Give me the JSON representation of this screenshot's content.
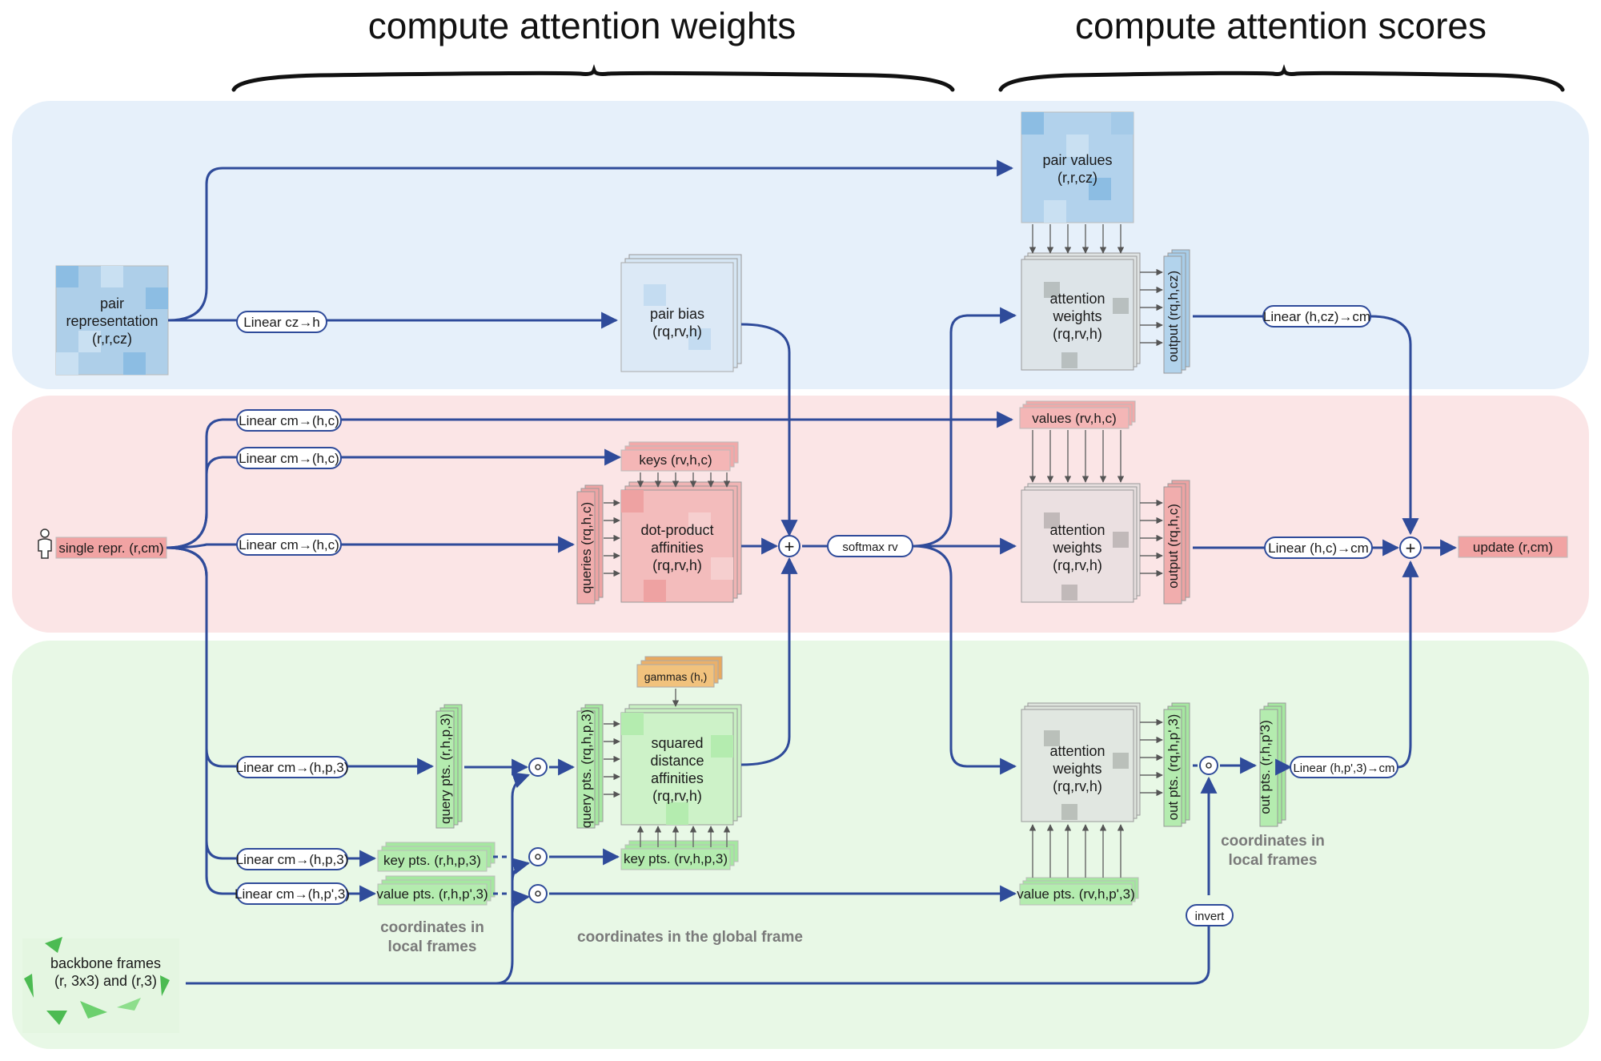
{
  "titles": {
    "weights": "compute attention weights",
    "scores": "compute attention scores"
  },
  "colors": {
    "band_blue": "#e6f0fa",
    "band_red": "#fbe5e6",
    "band_green": "#e8f8e6",
    "arrow": "#2f4b9a",
    "tile_blue": "#9cc4e4",
    "tile_red": "#ef9a9a",
    "tile_green": "#a5e8a0",
    "tile_grey": "#cfd6d6",
    "tile_orange": "#f1c27d"
  },
  "blocks": {
    "pair_repr": [
      "pair",
      "representation"
    ],
    "pair_repr_shape": "(r,r,cz)",
    "pair_bias": "pair bias",
    "pair_bias_shape": "(rq,rv,h)",
    "pair_values": "pair values",
    "pair_values_shape": "(r,r,cz)",
    "single_repr": "single repr. (r,cm)",
    "keys": "keys (rv,h,c)",
    "queries": "queries (rq,h,c)",
    "dot_product": [
      "dot-product",
      "affinities"
    ],
    "dot_product_shape": "(rq,rv,h)",
    "values": "values (rv,h,c)",
    "attn_weights": [
      "attention",
      "weights"
    ],
    "attn_weights_shape": "(rq,rv,h)",
    "output_pair": "output (rq,h,cz)",
    "output_single": "output (rq,h,c)",
    "gammas": "gammas (h,)",
    "query_pts": "query pts. (r,h,p,3)",
    "query_pts_global": "query pts. (rq,h,p,3)",
    "squared_distance": [
      "squared",
      "distance",
      "affinities"
    ],
    "squared_distance_shape": "(rq,rv,h)",
    "key_pts_local": "key pts. (r,h,p,3)",
    "key_pts_global": "key pts. (rv,h,p,3)",
    "value_pts_local": "value pts. (r,h,p',3)",
    "value_pts_global": "value pts. (rv,h,p',3)",
    "out_pts_global": "out pts. (rq,h,p',3)",
    "out_pts_local": "out pts. (r,h,p'3)",
    "update": "update (r,cm)",
    "backbone": [
      "backbone frames",
      "(r, 3x3) and (r,3)"
    ]
  },
  "ops": {
    "linear_cz_h": "Linear cz→h",
    "linear_cm_hc": "Linear cm→(h,c)",
    "linear_cm_hp3": "Linear cm→(h,p,3)",
    "linear_cm_hp3_b": "Linear cm→(h,p,3)",
    "linear_cm_hpp3": "Linear cm→(h,p',3)",
    "softmax": "softmax rv",
    "linear_hcz_cm": "Linear (h,cz)→cm",
    "linear_hc_cm": "Linear (h,c)→cm",
    "linear_hp3_cm": "Linear (h,p',3)→cm",
    "invert": "invert"
  },
  "annotations": {
    "coords_local_1": [
      "coordinates in",
      "local frames"
    ],
    "coords_global": "coordinates in the global frame",
    "coords_local_2": [
      "coordinates in",
      "local frames"
    ]
  }
}
